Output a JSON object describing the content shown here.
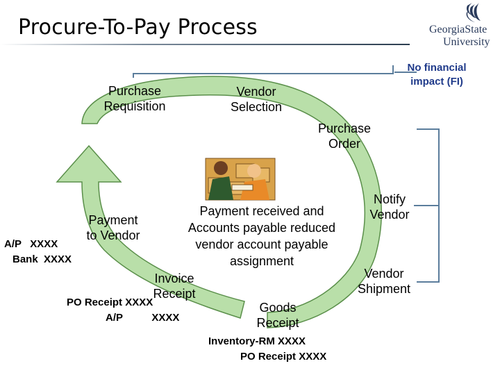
{
  "title": "Procure-To-Pay Process",
  "logo": {
    "line1": "GeorgiaState",
    "line2": "University"
  },
  "steps": {
    "purchase_requisition": "Purchase\nRequisition",
    "vendor_selection": "Vendor\nSelection",
    "purchase_order": "Purchase\nOrder",
    "notify_vendor": "Notify\nVendor",
    "vendor_shipment": "Vendor\nShipment",
    "goods_receipt": "Goods\nReceipt",
    "invoice_receipt": "Invoice\nReceipt",
    "payment_to_vendor": "Payment\nto Vendor"
  },
  "notes": {
    "no_financial_impact": "No financial\nimpact (FI)",
    "goods_receipt_line1": "Inventory-RM  XXXX",
    "goods_receipt_line2": "PO Receipt XXXX",
    "invoice_line1": "PO Receipt XXXX",
    "invoice_line2": "A/P          XXXX",
    "payment_line1": "A/P   XXXX",
    "payment_line2": "Bank  XXXX"
  },
  "center_text": "Payment received and\nAccounts payable reduced\nvendor account payable\nassignment",
  "colors": {
    "arrow_fill": "#b9dfa9",
    "arrow_stroke": "#5a8f4a",
    "bracket": "#5b7d9c",
    "logo_blue": "#2a3b5c"
  },
  "icons": {
    "clipart": "people-with-boxes-illustration"
  }
}
